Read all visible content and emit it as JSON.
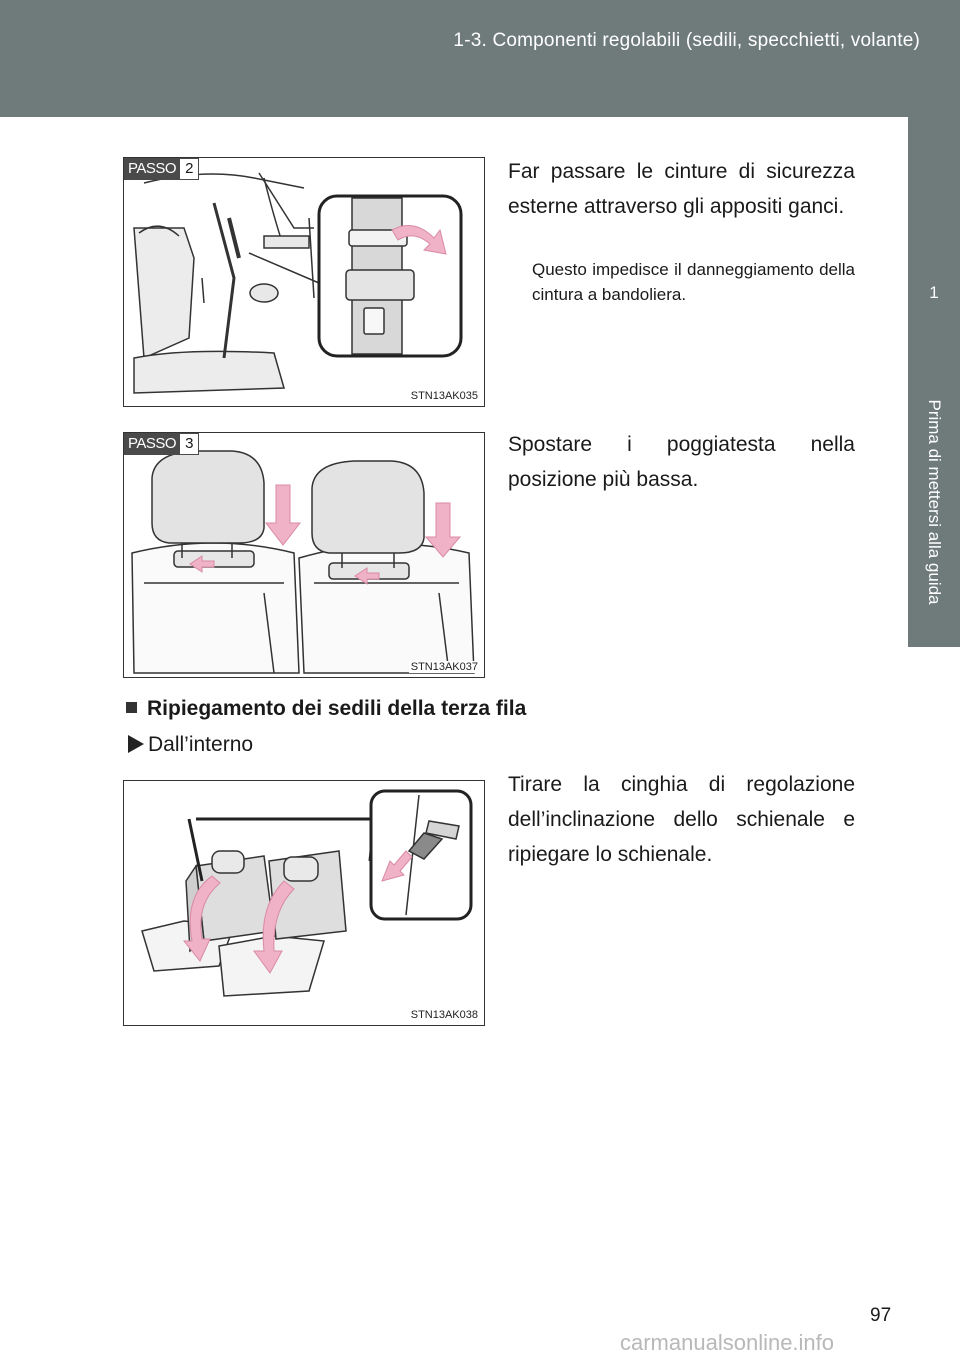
{
  "header": {
    "title": "1-3. Componenti regolabili (sedili, specchietti, volante)"
  },
  "side_tab": {
    "number": "1",
    "label": "Prima di mettersi alla guida"
  },
  "steps": [
    {
      "passo_label": "PASSO",
      "passo_number": "2",
      "figure_code": "STN13AK035",
      "text": "Far passare le cinture di sicurezza esterne attraverso gli appositi ganci.",
      "note": "Questo impedisce il danneggiamento della cintura a bandoliera."
    },
    {
      "passo_label": "PASSO",
      "passo_number": "3",
      "figure_code": "STN13AK037",
      "text": "Spostare i poggiatesta nella posizione più bassa."
    }
  ],
  "section": {
    "title": "Ripiegamento dei sedili della terza fila",
    "subtitle": "Dall’interno",
    "figure_code": "STN13AK038",
    "text": "Tirare la cinghia di regolazione dell’inclinazione dello schienale e ripiegare lo schienale."
  },
  "page_number": "97",
  "watermark": "carmanualsonline.info",
  "colors": {
    "header": "#6f7b7b",
    "arrow": "#f0b2c6",
    "arrow_stroke": "#d98aa4"
  }
}
